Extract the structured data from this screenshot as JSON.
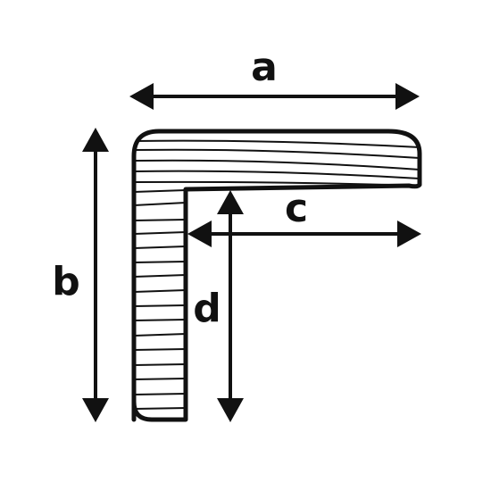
{
  "labels": {
    "a": "a",
    "b": "b",
    "c": "c",
    "d": "d"
  },
  "colors": {
    "ink": "#111111",
    "background": "#ffffff"
  }
}
